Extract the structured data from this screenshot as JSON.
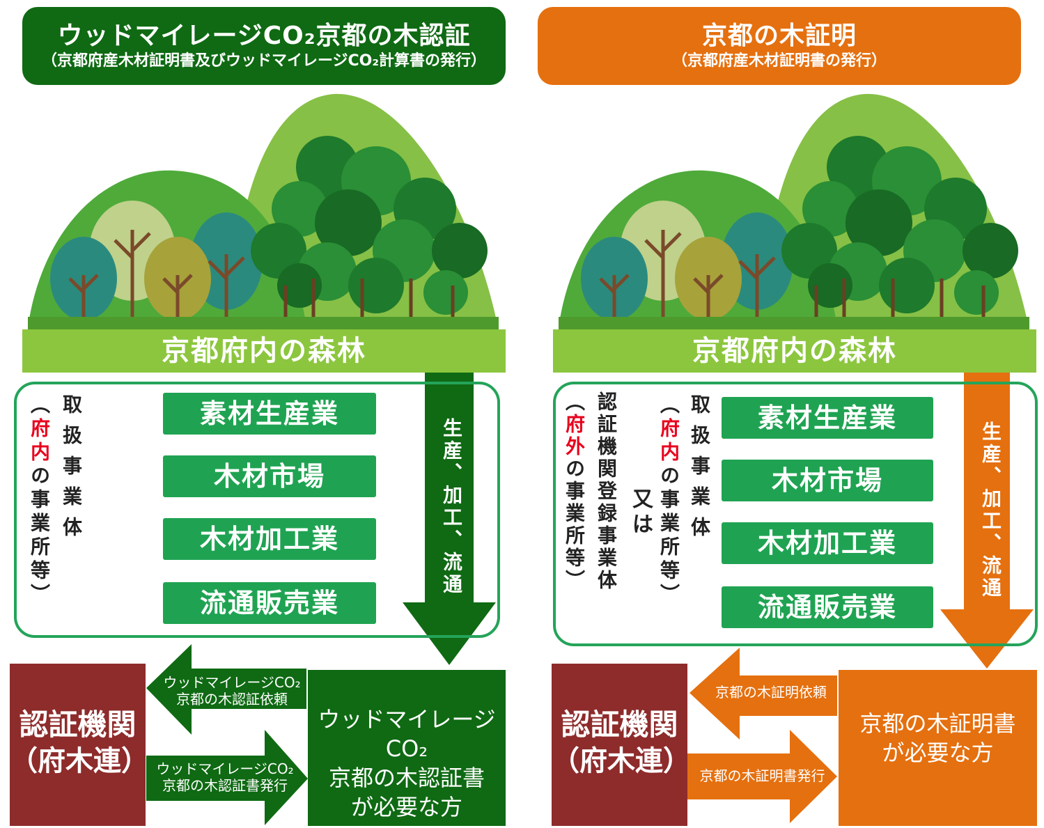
{
  "left": {
    "title_main": "ウッドマイレージCO₂京都の木認証",
    "title_sub": "（京都府産木材証明書及びウッドマイレージCO₂計算書の発行）",
    "forest_label": "京都府内の森林",
    "handler_vertical": "取扱事業体",
    "handler_note_pre": "（",
    "handler_note_red": "府内",
    "handler_note_post": "の事業所等）",
    "industries": [
      "素材生産業",
      "木材市場",
      "木材加工業",
      "流通販売業"
    ],
    "flow_label": "生産、加工、流通",
    "cert_line1": "認証機関",
    "cert_line2": "（府木連）",
    "request_label_1": "ウッドマイレージCO₂",
    "request_label_2": "京都の木認証依頼",
    "issue_label_1": "ウッドマイレージCO₂",
    "issue_label_2": "京都の木認証書発行",
    "need_line1": "ウッドマイレージCO₂",
    "need_line2": "京都の木認証書",
    "need_line3": "が必要な方"
  },
  "right": {
    "title_main": "京都の木証明",
    "title_sub": "（京都府産木材証明書の発行）",
    "forest_label": "京都府内の森林",
    "registered_vertical": "認証機関登録事業体",
    "registered_note_pre": "（",
    "registered_note_red": "府外",
    "registered_note_post": "の事業所等）",
    "or_label": "又は",
    "handler_vertical": "取扱事業体",
    "handler_note_pre": "（",
    "handler_note_red": "府内",
    "handler_note_post": "の事業所等）",
    "industries": [
      "素材生産業",
      "木材市場",
      "木材加工業",
      "流通販売業"
    ],
    "flow_label": "生産、加工、流通",
    "cert_line1": "認証機関",
    "cert_line2": "（府木連）",
    "request_label": "京都の木証明依頼",
    "issue_label": "京都の木証明書発行",
    "need_line1": "京都の木証明書",
    "need_line2": "が必要な方"
  },
  "colors": {
    "dark_green": "#0f6a13",
    "orange": "#e5700f",
    "light_green": "#8cc63e",
    "industry_green": "#1fa352",
    "cert_maroon": "#8e2b2b",
    "emphasis_red": "#e8001c"
  }
}
